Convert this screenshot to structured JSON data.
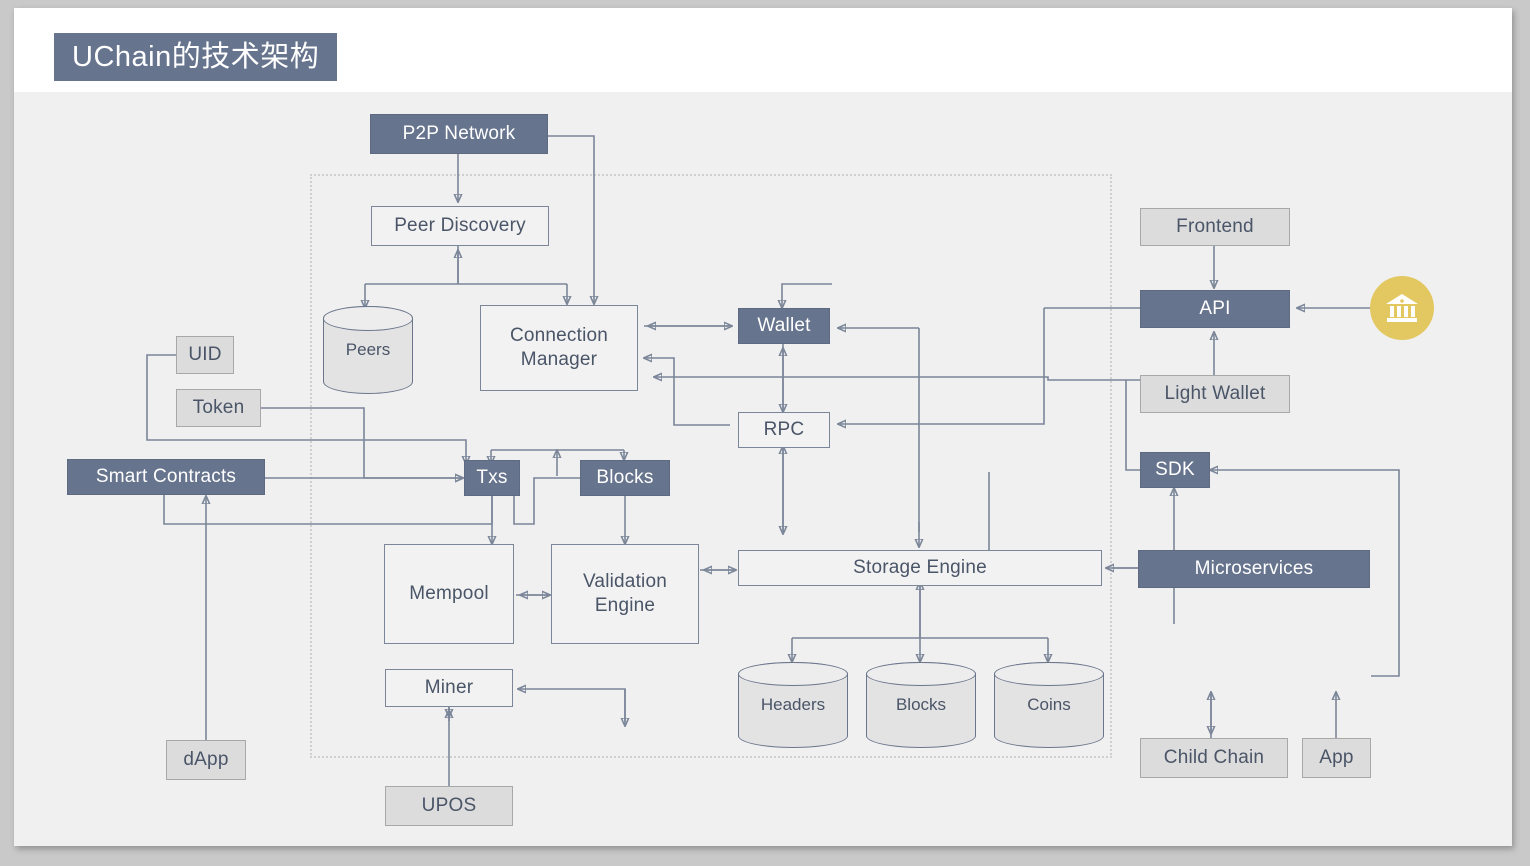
{
  "slide": {
    "title": "UChain的技术架构",
    "background_color": "#f0f0f0",
    "header_color": "#ffffff",
    "accent_dark": "#67748e",
    "accent_light": "#dcdcdc",
    "accent_gold": "#e3c862",
    "line_color": "#7b8699"
  },
  "diagram": {
    "type": "architecture-block-diagram",
    "zone_label": "",
    "nodes": [
      {
        "id": "p2p",
        "label": "P2P Network",
        "style": "dark",
        "shape": "rect"
      },
      {
        "id": "peer-discovery",
        "label": "Peer Discovery",
        "style": "plain",
        "shape": "rect"
      },
      {
        "id": "peers",
        "label": "Peers",
        "style": "cyl",
        "shape": "cylinder"
      },
      {
        "id": "connection",
        "label": "Connection Manager",
        "line1": "Connection",
        "line2": "Manager",
        "style": "plain",
        "shape": "rect"
      },
      {
        "id": "uid",
        "label": "UID",
        "style": "light",
        "shape": "rect"
      },
      {
        "id": "token",
        "label": "Token",
        "style": "light",
        "shape": "rect"
      },
      {
        "id": "smart",
        "label": "Smart Contracts",
        "style": "dark",
        "shape": "rect"
      },
      {
        "id": "dapp",
        "label": "dApp",
        "style": "light",
        "shape": "rect"
      },
      {
        "id": "txs",
        "label": "Txs",
        "style": "dark",
        "shape": "rect"
      },
      {
        "id": "blocks-node",
        "label": "Blocks",
        "style": "dark",
        "shape": "rect"
      },
      {
        "id": "mempool",
        "label": "Mempool",
        "style": "plain",
        "shape": "rect"
      },
      {
        "id": "validation",
        "label": "Validation Engine",
        "line1": "Validation",
        "line2": "Engine",
        "style": "plain",
        "shape": "rect"
      },
      {
        "id": "miner",
        "label": "Miner",
        "style": "plain",
        "shape": "rect"
      },
      {
        "id": "upos",
        "label": "UPOS",
        "style": "light",
        "shape": "rect"
      },
      {
        "id": "wallet",
        "label": "Wallet",
        "style": "dark",
        "shape": "rect"
      },
      {
        "id": "rpc",
        "label": "RPC",
        "style": "plain",
        "shape": "rect"
      },
      {
        "id": "storage",
        "label": "Storage Engine",
        "style": "plain",
        "shape": "rect"
      },
      {
        "id": "headers-db",
        "label": "Headers",
        "style": "cyl",
        "shape": "cylinder"
      },
      {
        "id": "blocks-db",
        "label": "Blocks",
        "style": "cyl",
        "shape": "cylinder"
      },
      {
        "id": "coins-db",
        "label": "Coins",
        "style": "cyl",
        "shape": "cylinder"
      },
      {
        "id": "frontend",
        "label": "Frontend",
        "style": "light",
        "shape": "rect"
      },
      {
        "id": "api",
        "label": "API",
        "style": "dark",
        "shape": "rect"
      },
      {
        "id": "light-wallet",
        "label": "Light Wallet",
        "style": "light",
        "shape": "rect"
      },
      {
        "id": "sdk",
        "label": "SDK",
        "style": "dark",
        "shape": "rect"
      },
      {
        "id": "microservices",
        "label": "Microservices",
        "style": "dark",
        "shape": "rect"
      },
      {
        "id": "child-chain",
        "label": "Child Chain",
        "style": "light",
        "shape": "rect"
      },
      {
        "id": "app",
        "label": "App",
        "style": "light",
        "shape": "rect"
      },
      {
        "id": "bank",
        "label": "bank-icon",
        "style": "gold",
        "shape": "circle"
      }
    ]
  }
}
